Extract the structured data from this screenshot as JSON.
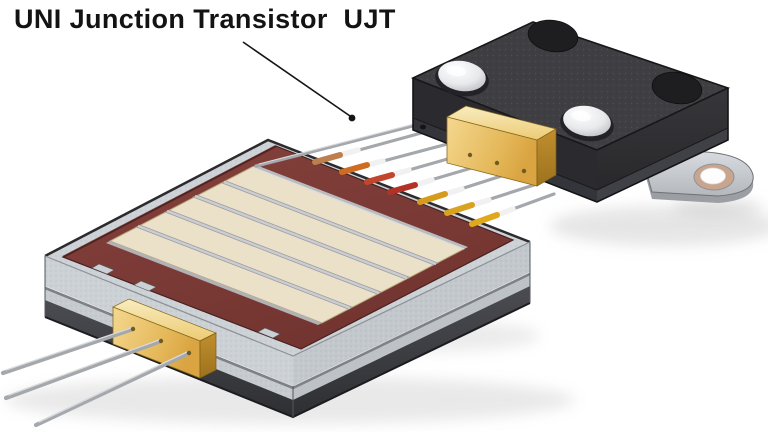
{
  "title": {
    "text": "UNI Junction Transistor  UJT"
  },
  "annotation": {
    "arrow_points_to": "wire leads between the two transistor packages"
  },
  "illustration": {
    "background": "#ffffff",
    "components": [
      {
        "name": "flat-layered-package",
        "parts": [
          "stacked metal-ceramic base layers",
          "maroon pcb top surface",
          "cream ceramic strips",
          "silver rail traces",
          "gold terminal block",
          "long wire leads"
        ],
        "ceramic_rails": 4,
        "lead_count": 3,
        "notches": 3
      },
      {
        "name": "black-square-package",
        "parts": [
          "black molded body",
          "silver screw domes",
          "dark mounting holes",
          "gold terminal block",
          "metal mounting tab with hole",
          "banded wire leads"
        ],
        "screw_domes": 2,
        "mounting_holes": 2,
        "lead_count": 7
      }
    ],
    "palette": {
      "gold_top": "#f8e6b0",
      "gold_front": "#e9c36a",
      "gold_side": "#b0801f",
      "pcb_maroon": "#7e3a36",
      "ceramic_cream": "#ebe1c9",
      "metal_gray": "#cbd0d5",
      "base_dark": "#3e3f43",
      "body_black": "#3f3f43",
      "wire_gray": "#a4a7ab",
      "sleeve_white": "#f1f1f1",
      "tab_hole_ring": "#c9a58d",
      "wire_tip_colors": [
        "#bd7f4e",
        "#d06c22",
        "#c2452e",
        "#b23227",
        "#d69b1d",
        "#d9a21f",
        "#e0a81c"
      ]
    }
  }
}
